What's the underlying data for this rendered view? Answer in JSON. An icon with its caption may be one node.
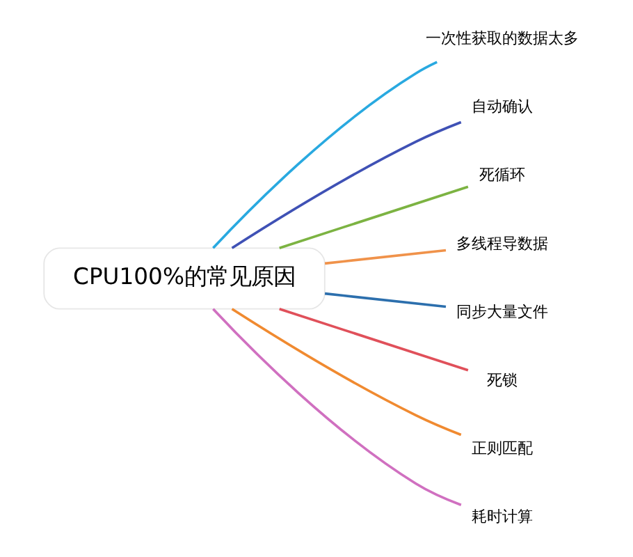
{
  "diagram": {
    "nodes": [
      {
        "text": [
          "CPU100%的常见原因"
        ]
      },
      {
        "text": [
          "一次性获取的数据太多"
        ]
      },
      {
        "text": [
          "自动确认"
        ]
      },
      {
        "text": [
          "死循环"
        ]
      },
      {
        "text": [
          "多线程导数据"
        ]
      },
      {
        "text": [
          "同步大量文件"
        ]
      },
      {
        "text": [
          "死锁"
        ]
      },
      {
        "text": [
          "正则匹配"
        ]
      },
      {
        "text": [
          "耗时计算"
        ]
      }
    ],
    "edges": [
      {
        "from": 0,
        "to": 1,
        "arrow": "none",
        "color": "#29a9e0"
      },
      {
        "from": 0,
        "to": 2,
        "arrow": "none",
        "color": "#3f51b5"
      },
      {
        "from": 0,
        "to": 3,
        "arrow": "none",
        "color": "#7cb342"
      },
      {
        "from": 0,
        "to": 4,
        "arrow": "none",
        "color": "#f0924a"
      },
      {
        "from": 0,
        "to": 5,
        "arrow": "none",
        "color": "#2c6fad"
      },
      {
        "from": 0,
        "to": 6,
        "arrow": "none",
        "color": "#e0505a"
      },
      {
        "from": 0,
        "to": 7,
        "arrow": "none",
        "color": "#f08a30"
      },
      {
        "from": 0,
        "to": 8,
        "arrow": "none",
        "color": "#d070c0"
      }
    ]
  }
}
